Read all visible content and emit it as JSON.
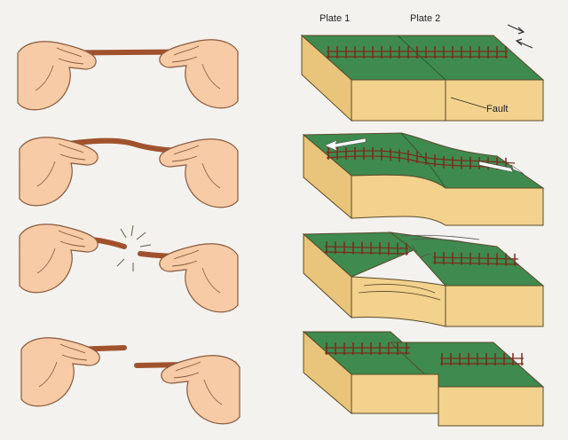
{
  "labels": {
    "plate1": "Plate 1",
    "plate2": "Plate 2",
    "fault": "Fault"
  },
  "panels": [
    {
      "stage": "unstressed stick / aligned fence"
    },
    {
      "stage": "bending stick / fence bent by motion"
    },
    {
      "stage": "stick snapping / fence breaking at fault"
    },
    {
      "stage": "stick broken / fence offset"
    }
  ],
  "colors": {
    "skin": "#f6cba6",
    "skin_outline": "#8a5a3c",
    "stick": "#a0522d",
    "ground_top": "#3f8a4e",
    "rock_side": "#f2d28c",
    "rock_outline": "#5a4a2a",
    "fence": "#7a2a1a",
    "arrow": "#ffffff"
  },
  "icons": [
    "hand-icon",
    "stick-icon",
    "crust-block-icon",
    "fence-icon",
    "motion-arrow-icon",
    "snap-burst-icon"
  ]
}
